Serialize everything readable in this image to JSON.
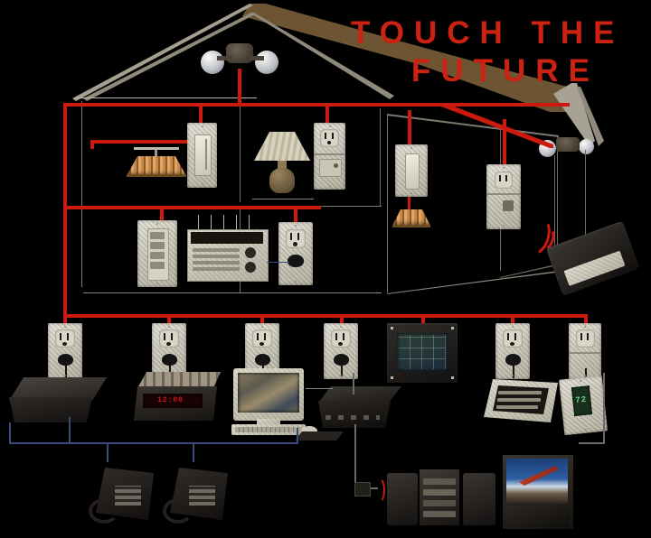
{
  "poster": {
    "title_line1": "TOUCH THE",
    "title_line2": "FUTURE",
    "accent_color": "#cc2211",
    "wire_power_color": "#cc1a0f",
    "wire_data_color": "#3a4a7a",
    "background_color": "#000000",
    "roof_color": "#6d5534",
    "subject": "home automation wiring cutaway"
  },
  "house": {
    "name": "house-cutaway",
    "roof_label": "roof",
    "rooms": [
      {
        "id": "upper-left",
        "label": "upper left room"
      },
      {
        "id": "upper-right",
        "label": "upper right room"
      },
      {
        "id": "lower-left",
        "label": "lower left room"
      },
      {
        "id": "lower-right",
        "label": "lower right room"
      }
    ]
  },
  "exterior": {
    "peak_floodlight": "dual exterior floodlight",
    "eave_floodlight": "eave exterior floodlight"
  },
  "devices": {
    "pendant_light": "pendant ceiling light",
    "dimmer_switch": "wall dimmer switch",
    "table_lamp": "table lamp",
    "outlet_plate_upper": "duplex outlet plate",
    "scene_keypad": "multi-button scene keypad",
    "control_panel": "central control panel",
    "outlet_mid": "duplex outlet",
    "switch_hanging_light": "wall switch with hanging light",
    "hanging_light": "hanging ceiling light",
    "phone_jack_plate": "outlet and telephone jack plate",
    "remote_control": "handheld remote control",
    "fax_modem": "fax modem unit",
    "clock_radio": "clock radio",
    "computer": "desktop computer",
    "keyboard": "computer keyboard",
    "mouse": "computer mouse",
    "controller_hub": "controller hub box",
    "security_panel": "security alarm panel",
    "console_keypad": "console keypad",
    "thermostat": "digital thermostat",
    "telephone_1": "desk telephone",
    "telephone_2": "desk telephone",
    "stereo": "stereo system",
    "speaker_left": "left speaker",
    "speaker_right": "right speaker",
    "television": "television set"
  },
  "display_values": {
    "clock_radio_time": "12:00",
    "thermostat_reading": "72"
  },
  "signals": {
    "remote_ir": "infrared signal arcs",
    "stereo_ir": "infrared signal arcs"
  }
}
